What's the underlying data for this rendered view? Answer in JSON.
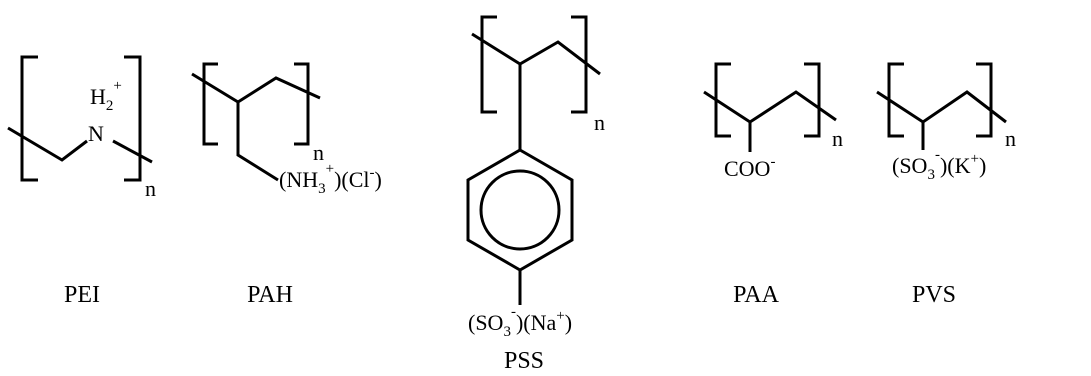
{
  "polymers": [
    {
      "name": "PEI",
      "repeat_subscript": "n",
      "groups": [
        {
          "parts": [
            {
              "t": "N",
              "s": ""
            }
          ]
        },
        {
          "parts": [
            {
              "t": "H",
              "s": ""
            },
            {
              "t": "2",
              "s": "sub"
            },
            {
              "t": "+",
              "s": "sup"
            }
          ]
        }
      ]
    },
    {
      "name": "PAH",
      "repeat_subscript": "n",
      "groups": [
        {
          "parts": [
            {
              "t": "(NH",
              "s": ""
            },
            {
              "t": "3",
              "s": "sub"
            },
            {
              "t": "+",
              "s": "sup"
            },
            {
              "t": ")(Cl",
              "s": ""
            },
            {
              "t": "-",
              "s": "sup"
            },
            {
              "t": ")",
              "s": ""
            }
          ]
        }
      ]
    },
    {
      "name": "PSS",
      "repeat_subscript": "n",
      "groups": [
        {
          "parts": [
            {
              "t": "(SO",
              "s": ""
            },
            {
              "t": "3",
              "s": "sub"
            },
            {
              "t": "-",
              "s": "sup"
            },
            {
              "t": ")(Na",
              "s": ""
            },
            {
              "t": "+",
              "s": "sup"
            },
            {
              "t": ")",
              "s": ""
            }
          ]
        }
      ]
    },
    {
      "name": "PAA",
      "repeat_subscript": "n",
      "groups": [
        {
          "parts": [
            {
              "t": "COO",
              "s": ""
            },
            {
              "t": "-",
              "s": "sup"
            }
          ]
        }
      ]
    },
    {
      "name": "PVS",
      "repeat_subscript": "n",
      "groups": [
        {
          "parts": [
            {
              "t": "(SO",
              "s": ""
            },
            {
              "t": "3",
              "s": "sub"
            },
            {
              "t": "-",
              "s": "sup"
            },
            {
              "t": ")(K",
              "s": ""
            },
            {
              "t": "+",
              "s": "sup"
            },
            {
              "t": ")",
              "s": ""
            }
          ]
        }
      ]
    }
  ]
}
